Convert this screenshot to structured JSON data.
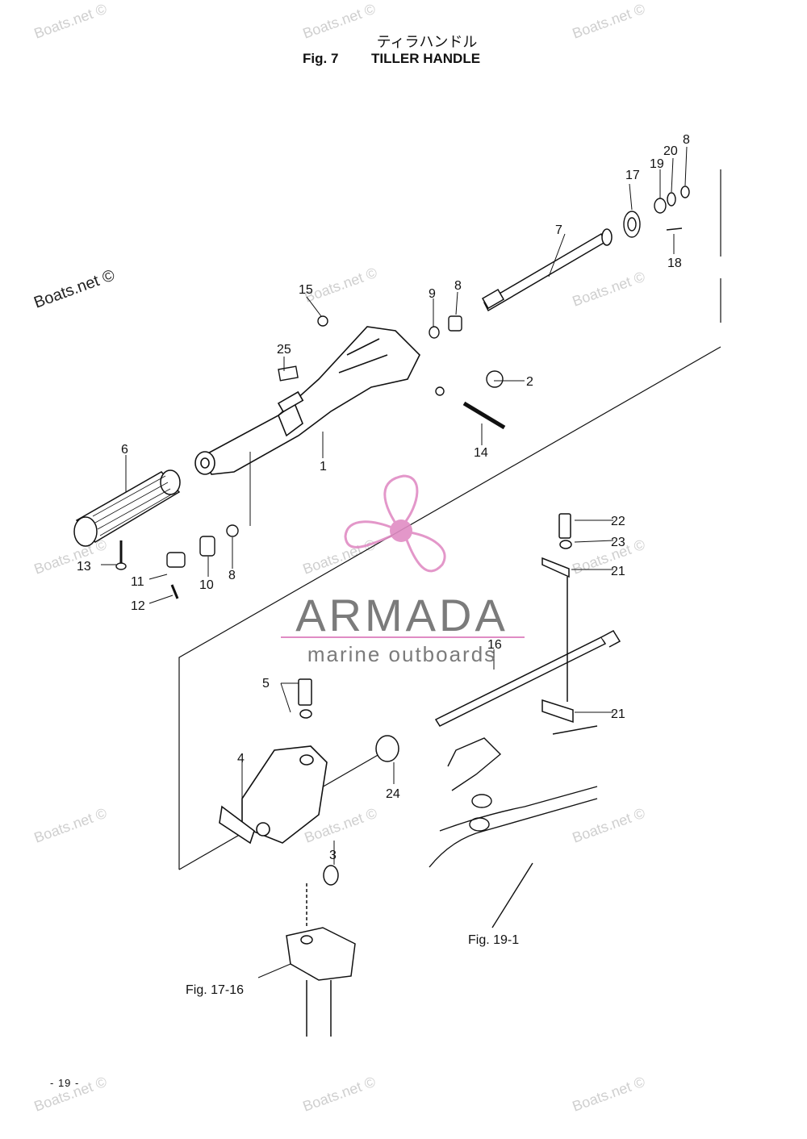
{
  "header": {
    "title_jp": "ティラハンドル",
    "fig_label": "Fig. 7",
    "title_en": "TILLER HANDLE"
  },
  "callouts": {
    "c1": "1",
    "c2": "2",
    "c3": "3",
    "c4": "4",
    "c5": "5",
    "c6": "6",
    "c7": "7",
    "c8a": "8",
    "c8b": "8",
    "c8c": "8",
    "c9": "9",
    "c10": "10",
    "c11": "11",
    "c12": "12",
    "c13": "13",
    "c14": "14",
    "c15": "15",
    "c16": "16",
    "c17": "17",
    "c18": "18",
    "c19": "19",
    "c20": "20",
    "c21a": "21",
    "c21b": "21",
    "c22": "22",
    "c23": "23",
    "c24": "24",
    "c25": "25"
  },
  "references": {
    "fig_19_1": "Fig. 19-1",
    "fig_17_16": "Fig. 17-16"
  },
  "watermarks": {
    "text": "Boats.net ©",
    "main_text": "Boats.net ©"
  },
  "brand": {
    "name": "ARMADA",
    "tagline": "marine outboards",
    "accent_color": "#e08cc4"
  },
  "footer": {
    "page_number": "- 19 -"
  }
}
